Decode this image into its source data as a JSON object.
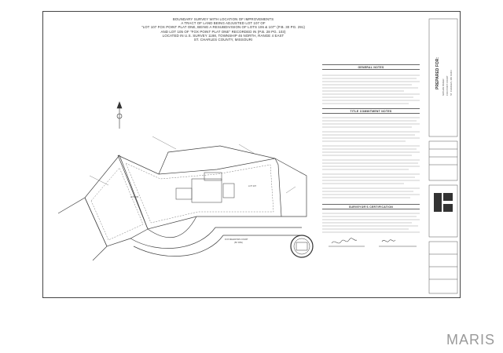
{
  "title_lines": [
    "BOUNDARY SURVEY WITH LOCATION OF IMPROVEMENTS",
    "A TRACT OF LAND BEING ADJUSTED LOT 107 OF",
    "\"LOT 107 FOX POINT PLAT ONE, BEING A RESUBDIVISION OF LOTS 106 & 107\" (P.B. 30 PG. 291)",
    "AND LOT 105 OF \"FOX POINT PLAT ONE\" RECORDED IN (P.B. 28 PG. 103)",
    "LOCATED IN U.S. SURVEY 1198, TOWNSHIP 46 NORTH, RANGE 4 EAST",
    "ST. CHARLES COUNTY, MISSOURI"
  ],
  "notes": {
    "general_head": "GENERAL NOTES",
    "title_head": "TITLE COMMITMENT NOTES",
    "surveyor_head": "SURVEYOR'S CERTIFICATION"
  },
  "map_labels": {
    "lot_105": "LOT 105",
    "lot_107": "LOT 107",
    "street": "FOX MEADOWS COURT",
    "street_sub": "(50' R/W)"
  },
  "side": {
    "prepared_for": "PREPARED FOR:",
    "addr1": "NATHAN BAKER",
    "addr2": "FOX POINT COURT",
    "addr3": "ST. CHARLES, MO 63303"
  },
  "watermark": "MARIS"
}
